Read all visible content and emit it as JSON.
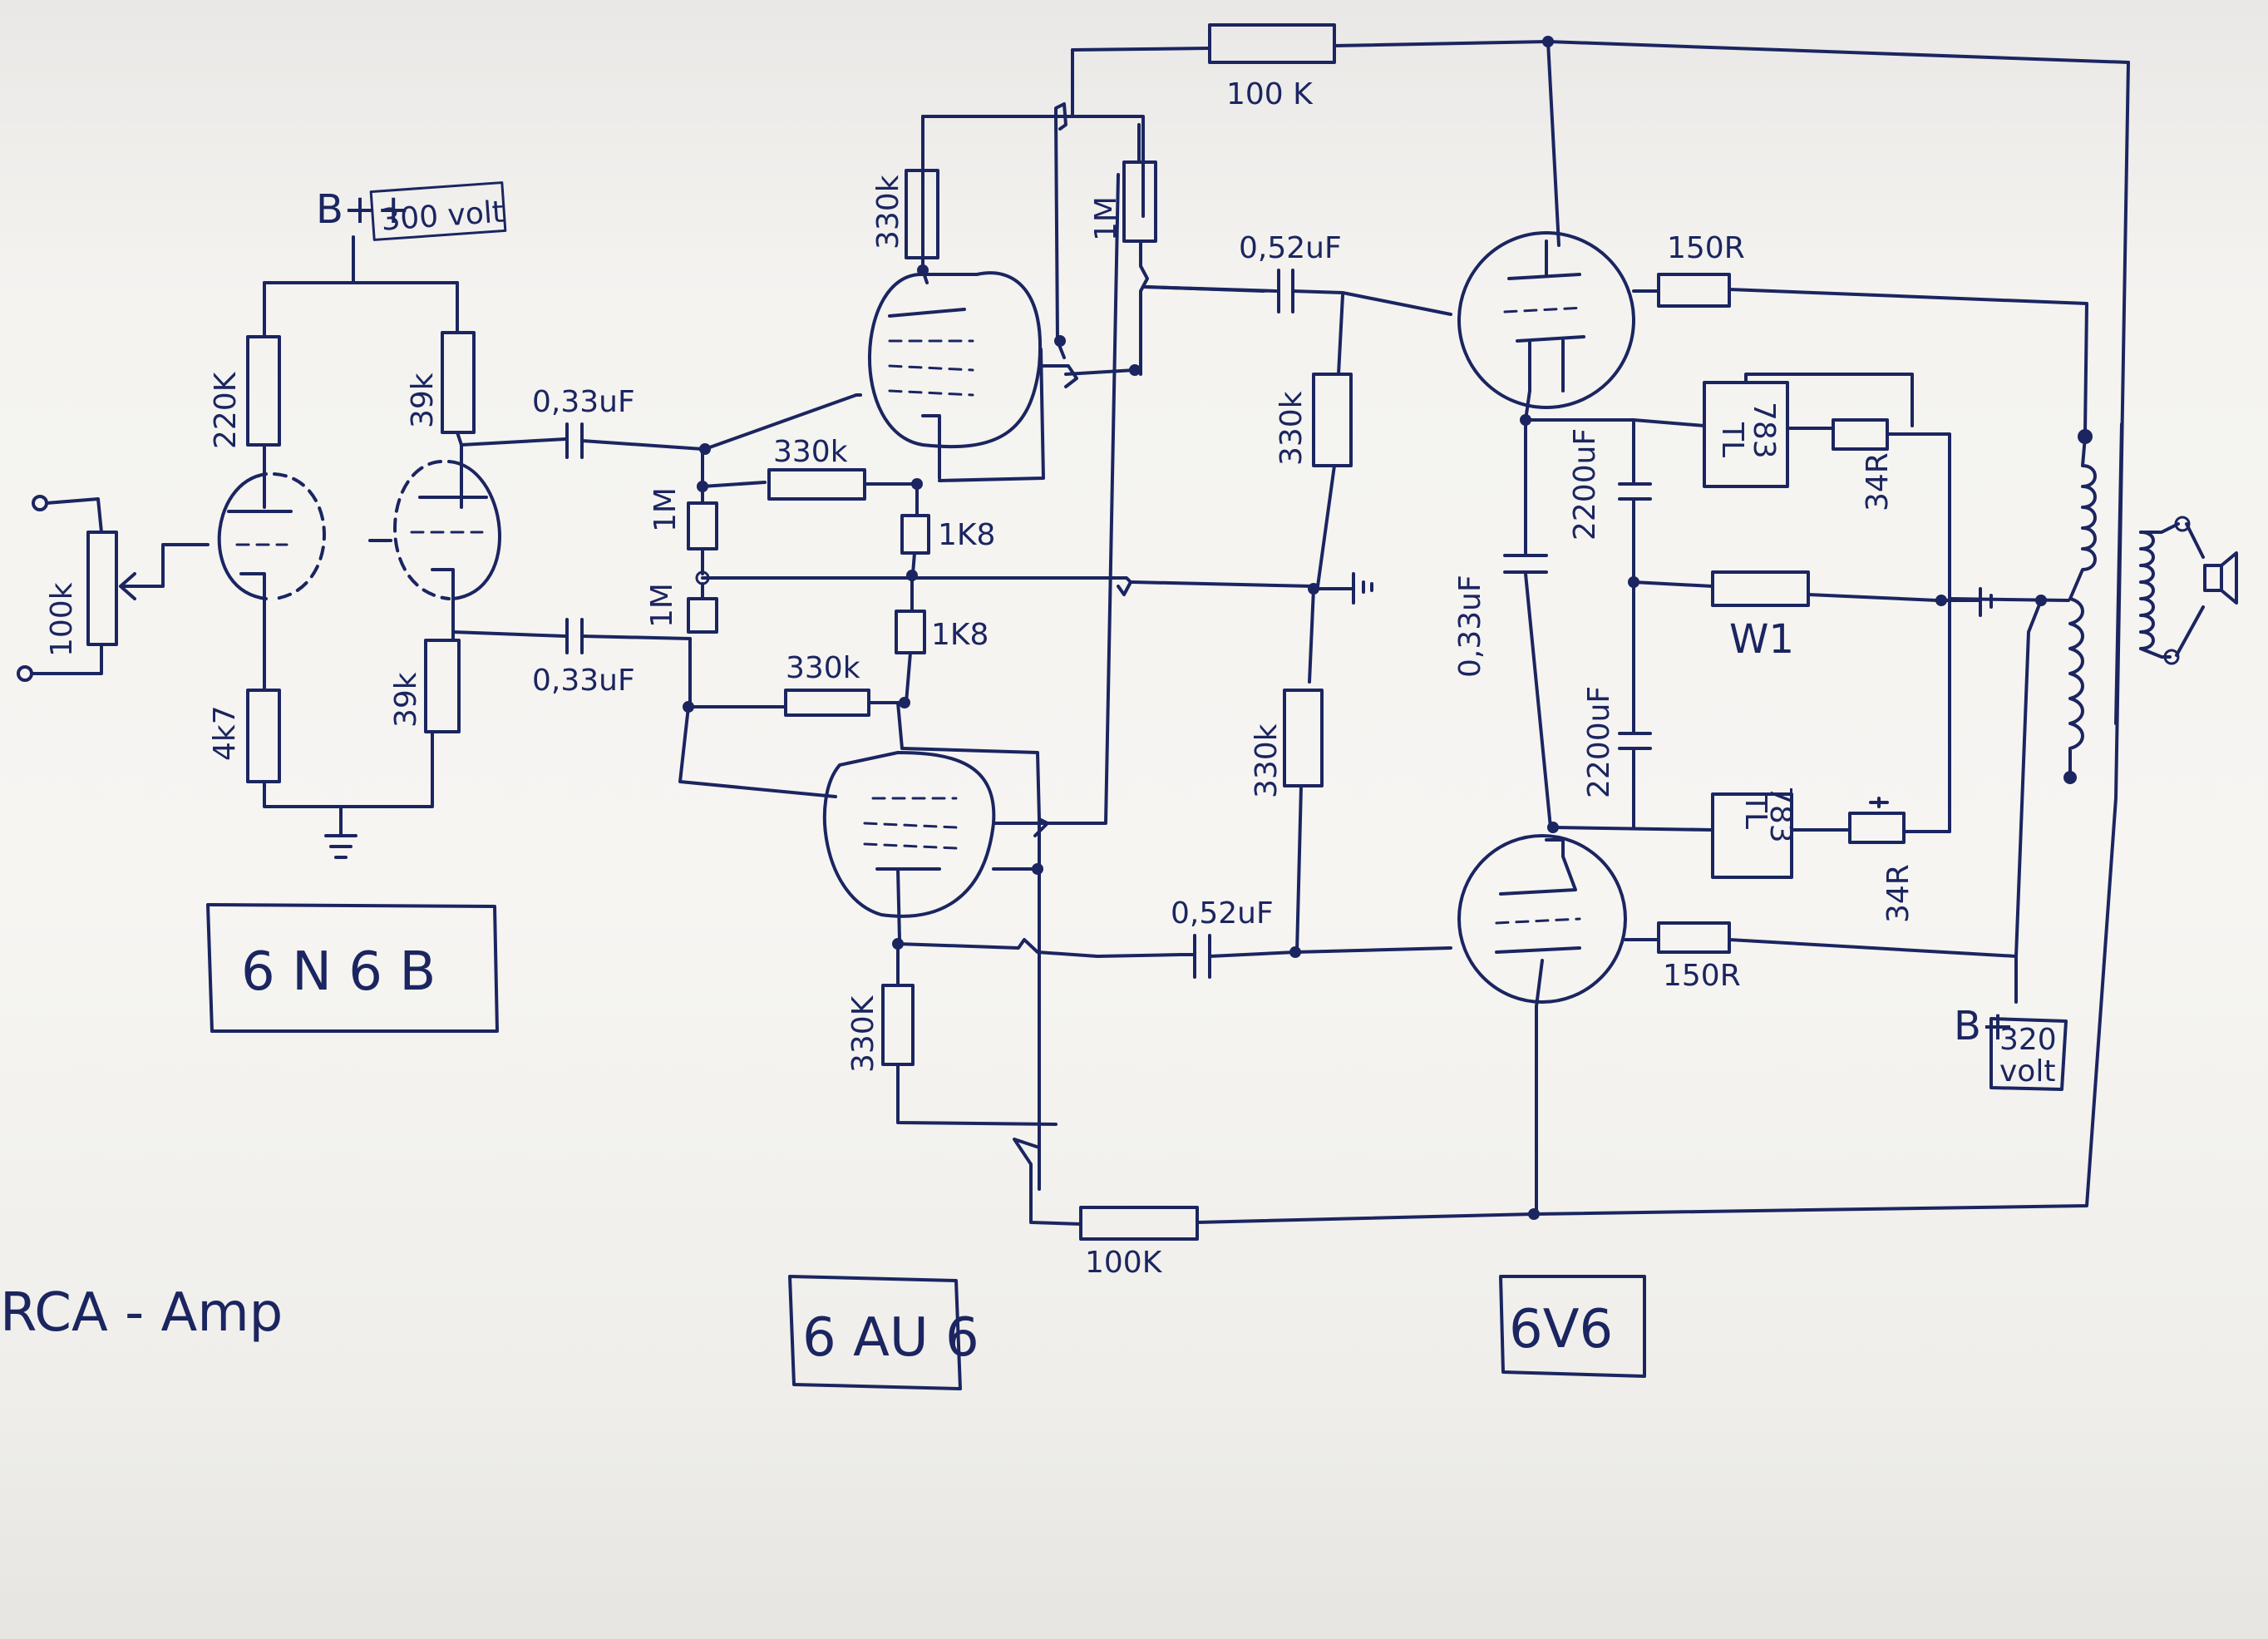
{
  "title": "RCA - Amp",
  "supply": {
    "bpp": "B++",
    "bpp_voltage": "300 volt",
    "bp": "B+",
    "bp_voltage_1": "320",
    "bp_voltage_2": "volt"
  },
  "tubes": {
    "stage1": "6 N 6 B",
    "stage2": "6 AU 6",
    "stage3": "6V6"
  },
  "labels": {
    "r_input_pot": "100k",
    "r_220k": "220K",
    "r_39k_top": "39k",
    "r_4k7": "4k7",
    "r_39k_bottom": "39k",
    "c_033_top": "0,33uF",
    "c_033_bottom": "0,33uF",
    "r_1m_a": "1M",
    "r_1m_b": "1M",
    "r_330k_plate": "330k",
    "r_1m_top": "1M",
    "r_330k_mid": "330k",
    "r_1k8_a": "1K8",
    "r_1k8_b": "1K8",
    "r_330k_low": "330k",
    "r_330k_cathode": "330K",
    "r_100k_top": "100 K",
    "r_100k_bottom": "100K",
    "c_052_top": "0,52uF",
    "c_052_bottom": "0,52uF",
    "r_330k_grid_top": "330k",
    "r_330k_grid_bottom": "330k",
    "c_033_output": "0,33uF",
    "r_150r_top": "150R",
    "r_150r_bottom": "150R",
    "c_2200_top": "2200uF",
    "c_2200_bottom": "2200uF",
    "reg_top_1": "TL",
    "reg_top_2": "783",
    "reg_bottom_1": "TL",
    "reg_bottom_2": "783",
    "r_34r_top": "34R",
    "r_34r_bottom": "34R",
    "r_w1": "W1"
  }
}
